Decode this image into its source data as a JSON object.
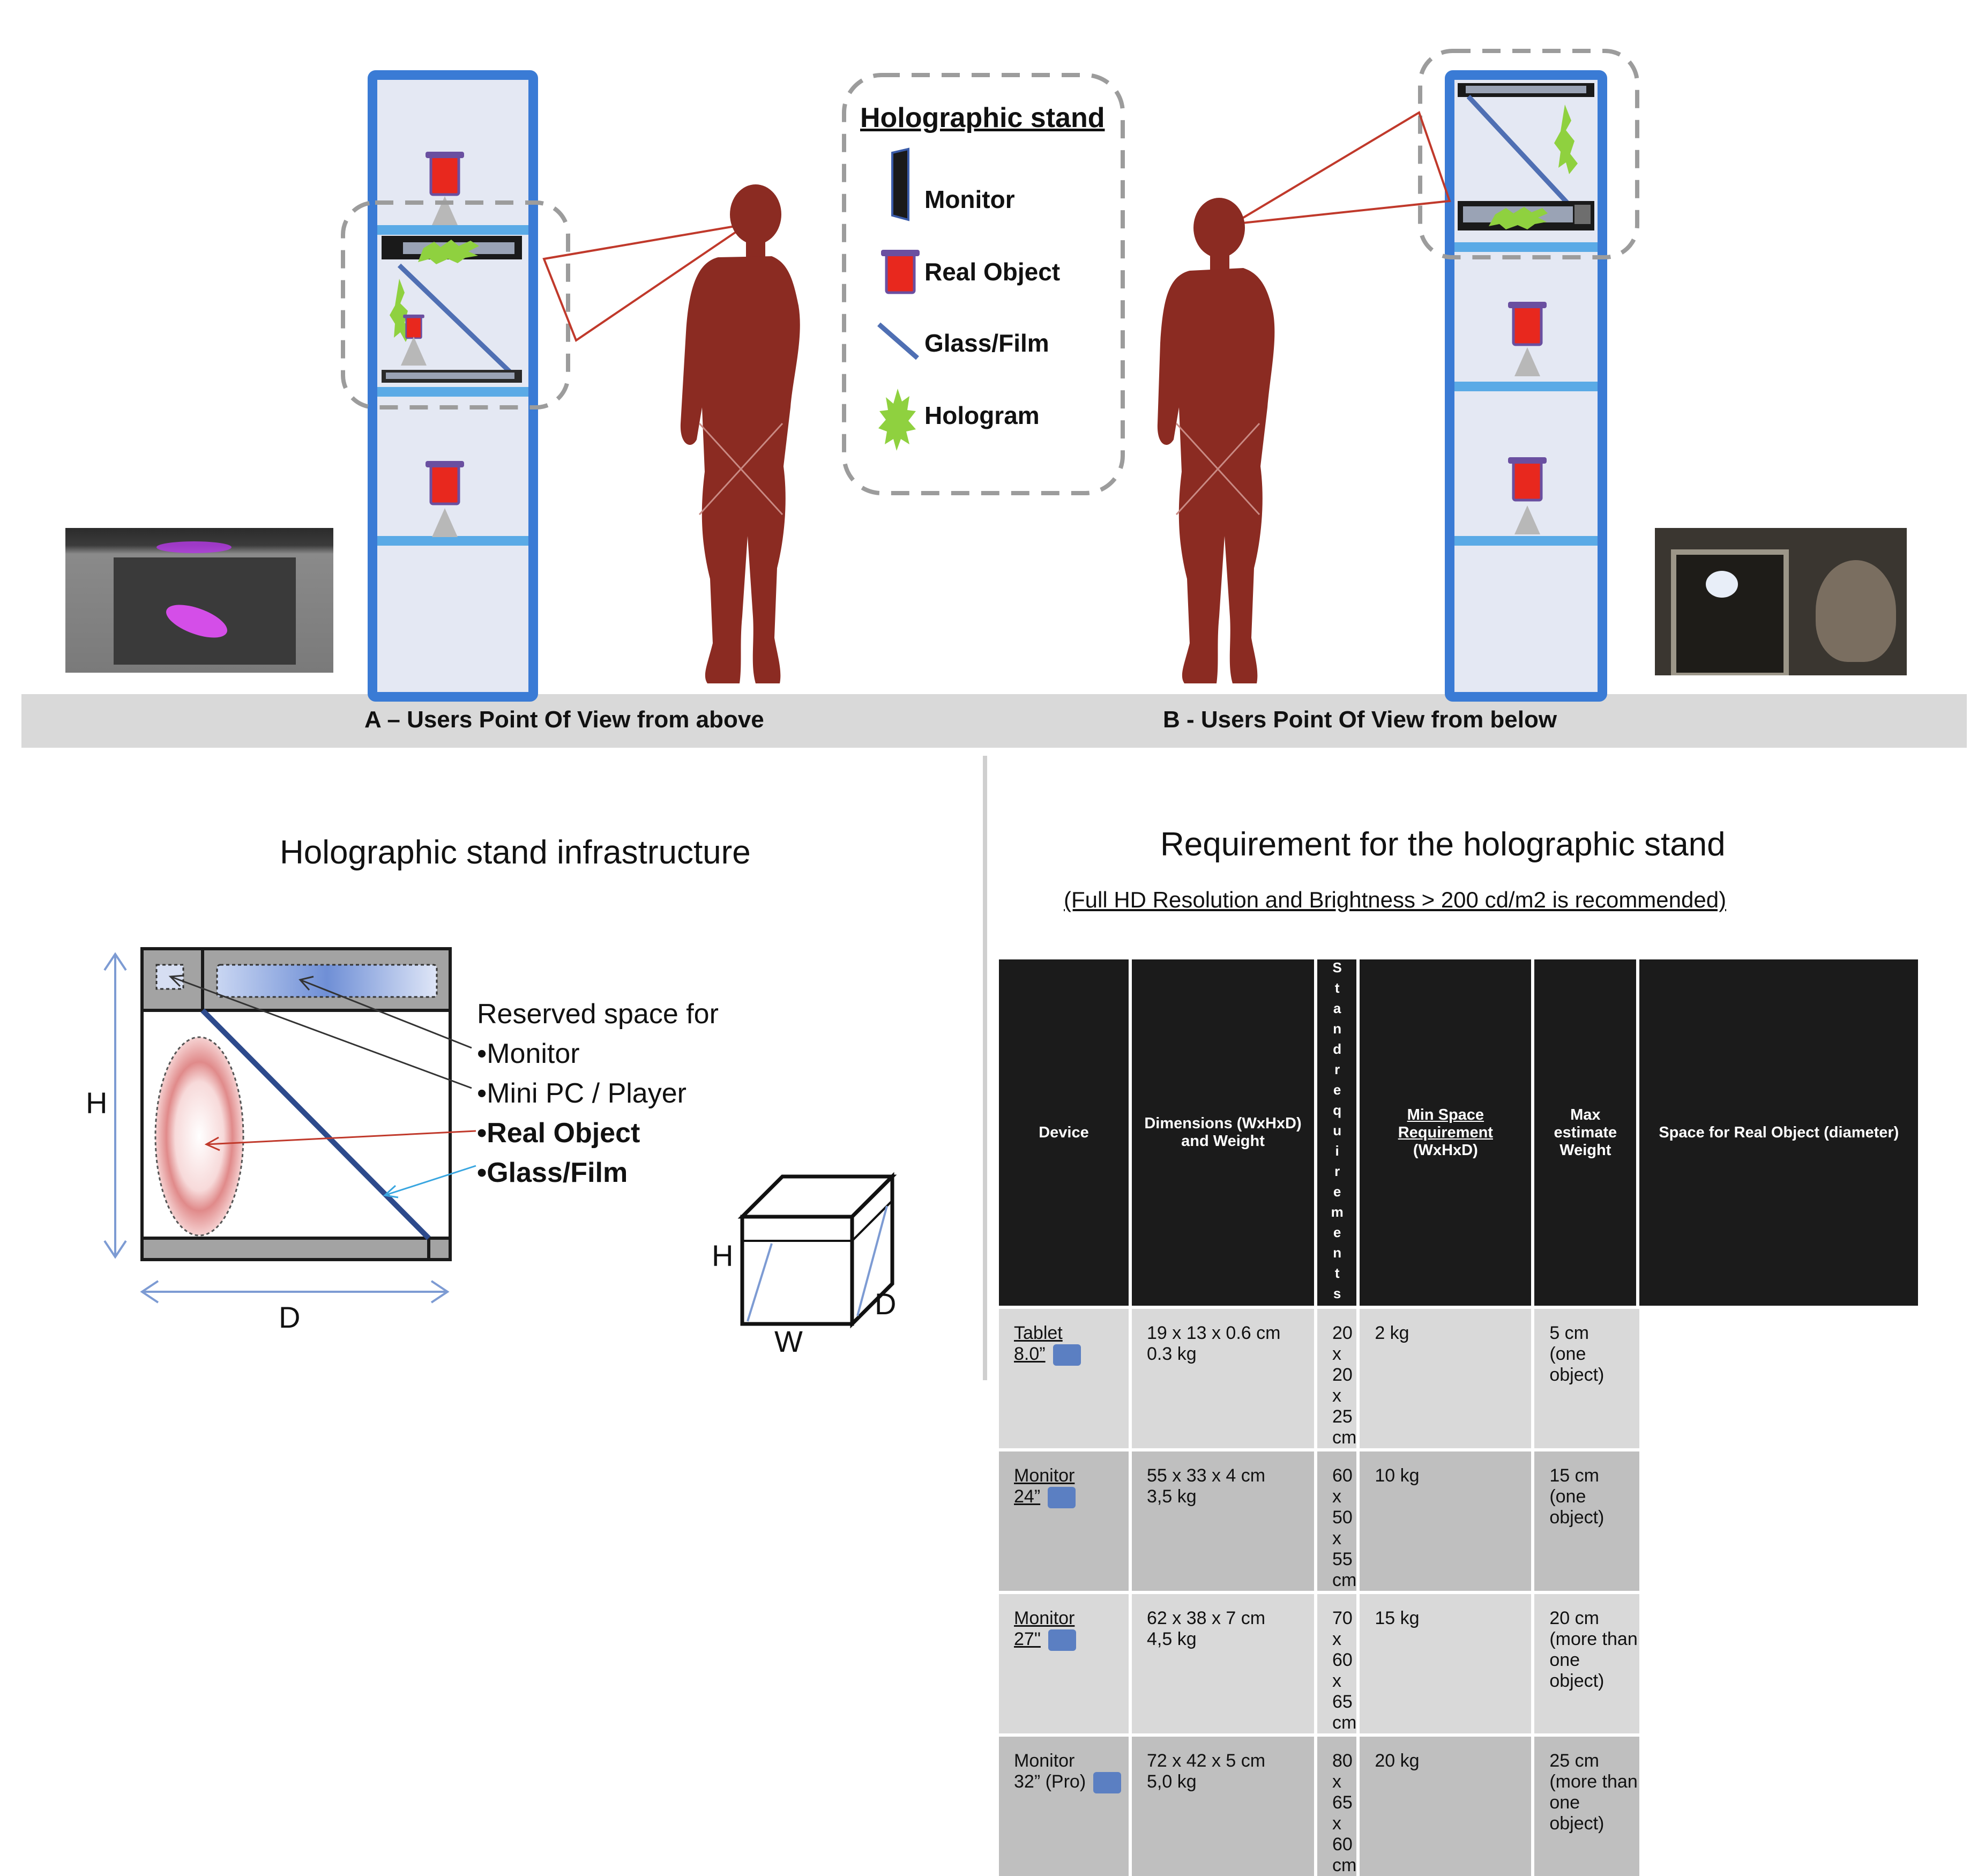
{
  "top": {
    "caption_a": "A – Users Point Of View from above",
    "caption_b": "B - Users Point Of View from below"
  },
  "legend": {
    "title": "Holographic stand",
    "items": [
      {
        "label": "Monitor",
        "icon": "monitor-icon"
      },
      {
        "label": "Real Object",
        "icon": "real-object-icon"
      },
      {
        "label": "Glass/Film",
        "icon": "glass-film-icon"
      },
      {
        "label": "Hologram",
        "icon": "hologram-icon"
      }
    ]
  },
  "infrastructure": {
    "title": "Holographic stand infrastructure",
    "reserved_heading": "Reserved space for",
    "reserved_items": [
      "•Monitor",
      "•Mini PC / Player",
      "•Real Object",
      "•Glass/Film"
    ],
    "dim_h": "H",
    "dim_d": "D",
    "cube_h": "H",
    "cube_d": "D",
    "cube_w": "W"
  },
  "requirements": {
    "title": "Requirement for the holographic stand",
    "subtitle": "(Full HD Resolution and Brightness > 200 cd/m2 is recommended)",
    "headers": {
      "device": "Device",
      "dimensions": "Dimensions (WxHxD) and Weight",
      "separator": "Standrequirements",
      "min_space": "Min Space Requirement",
      "min_space_sub": "(WxHxD)",
      "max_weight": "Max estimate Weight",
      "space_object": "Space for Real Object (diameter)"
    },
    "rows": [
      {
        "device": "Tablet",
        "size": "8.0”",
        "dims": "19 x 13 x 0.6 cm",
        "weight": "0.3 kg",
        "min_space": "20 x 20 x 25 cm",
        "max_weight": "2 kg",
        "object_space": "5 cm",
        "object_note": "(one object)"
      },
      {
        "device": "Monitor",
        "size": "24”",
        "dims": "55 x 33 x 4 cm",
        "weight": "3,5 kg",
        "min_space": "60 x 50 x 55 cm",
        "max_weight": "10 kg",
        "object_space": "15 cm",
        "object_note": "(one object)"
      },
      {
        "device": "Monitor",
        "size": "27\"",
        "dims": "62 x 38 x 7 cm",
        "weight": "4,5 kg",
        "min_space": "70 x 60 x 65 cm",
        "max_weight": "15 kg",
        "object_space": "20 cm",
        "object_note": "(more than one object)"
      },
      {
        "device": "Monitor",
        "size": "32” (Pro)",
        "dims": "72 x 42 x 5 cm",
        "weight": "5,0 kg",
        "min_space": "80 x 65 x 60 cm",
        "max_weight": "20 kg",
        "object_space": "25 cm",
        "object_note": "(more than one object)"
      }
    ]
  },
  "colors": {
    "stand_frame": "#3a7bd5",
    "stand_fill": "#e4e8f3",
    "shelf": "#5aaae6",
    "silhouette": "#8b2b22",
    "object_red": "#e8281e",
    "object_cap": "#6a4fa0",
    "hologram": "#8fd13f",
    "glass": "#4f6fb3",
    "floor": "#d9d9d9"
  }
}
